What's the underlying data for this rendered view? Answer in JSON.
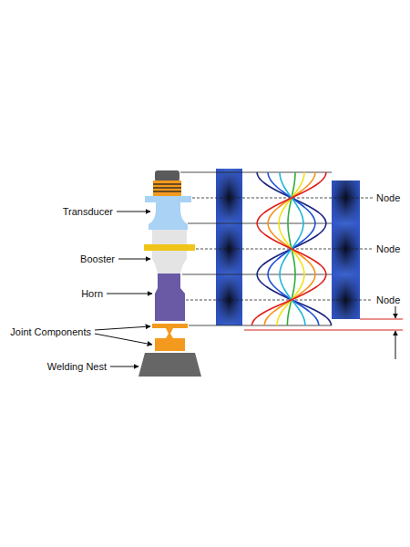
{
  "diagram": {
    "labels": [
      "Transducer",
      "Booster",
      "Horn",
      "Joint Components",
      "Welding Nest",
      "Node",
      "Node",
      "Node"
    ]
  }
}
